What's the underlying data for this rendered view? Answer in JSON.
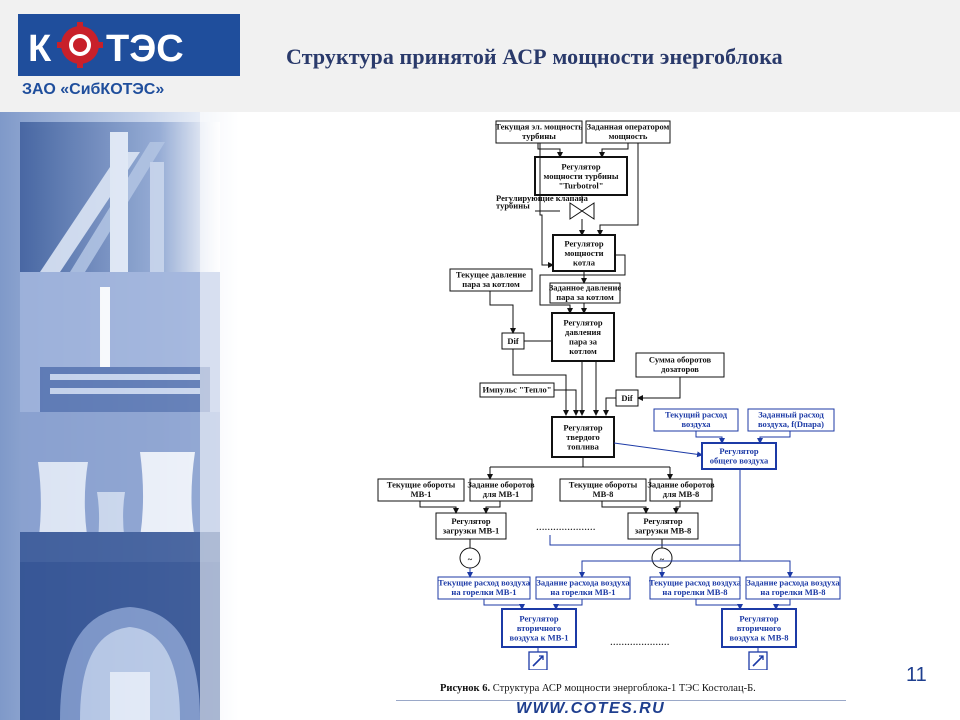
{
  "brand": {
    "logo_text": "КОТЭС",
    "company": "ЗАО «СибКОТЭС»",
    "colors": {
      "brand_blue": "#1f4e9c",
      "logo_red": "#c8202a",
      "diagram_blue": "#1c3aa6"
    }
  },
  "slide": {
    "title": "Структура принятой АСР мощности энергоблока",
    "page_number": "11",
    "website": "WWW.COTES.RU"
  },
  "caption": {
    "label": "Рисунок 6.",
    "text": "Структура АСР мощности энергоблока-1 ТЭС Костолац-Б."
  },
  "diagram": {
    "inputs": {
      "turbine_power": [
        "Текущая эл. мощность",
        "турбины"
      ],
      "operator_power": [
        "Заданная оператором",
        "мощность"
      ],
      "steam_pressure_current": [
        "Текущее давление",
        "пара за котлом"
      ],
      "steam_pressure_set": [
        "Заданное давление",
        "пара за котлом"
      ],
      "dosers_sum": [
        "Сумма оборотов",
        "дозаторов"
      ],
      "heat_impulse": [
        "Импульс \"Тепло\""
      ],
      "air_flow_current": [
        "Текущий расход",
        "воздуха"
      ],
      "air_flow_set": [
        "Заданный расход",
        "воздуха, f(Dпара)"
      ],
      "mv1_speed": [
        "Текущие обороты",
        "МВ-1"
      ],
      "mv1_set": [
        "Задание оборотов",
        "для МВ-1"
      ],
      "mv8_speed": [
        "Текущие обороты",
        "МВ-8"
      ],
      "mv8_set": [
        "Задание оборотов",
        "для МВ-8"
      ],
      "burner_air_mv1_current": [
        "Текущие расход воздуха",
        "на горелки МВ-1"
      ],
      "burner_air_mv1_set": [
        "Задание расхода воздуха",
        "на горелки МВ-1"
      ],
      "burner_air_mv8_current": [
        "Текущие расход воздуха",
        "на горелки МВ-8"
      ],
      "burner_air_mv8_set": [
        "Задание расхода воздуха",
        "на горелки МВ-8"
      ]
    },
    "regulators": {
      "turbine": [
        "Регулятор",
        "мощности турбины",
        "\"Turbotrol\""
      ],
      "boiler": [
        "Регулятор",
        "мощности",
        "котла"
      ],
      "pressure": [
        "Регулятор",
        "давления",
        "пара за",
        "котлом"
      ],
      "fuel": [
        "Регулятор",
        "твердого",
        "топлива"
      ],
      "total_air": [
        "Регулятор",
        "общего воздуха"
      ],
      "mv1_load": [
        "Регулятор",
        "загрузки МВ-1"
      ],
      "mv8_load": [
        "Регулятор",
        "загрузки МВ-8"
      ],
      "secondary_mv1": [
        "Регулятор",
        "вторичного",
        "воздуха к МВ-1"
      ],
      "secondary_mv8": [
        "Регулятор",
        "вторичного",
        "воздуха к МВ-8"
      ]
    },
    "valve_label": [
      "Регулирующие клапана",
      "турбины"
    ],
    "dif_label": "Dif",
    "ellipsis": "…………………",
    "motor_symbol": "~"
  }
}
